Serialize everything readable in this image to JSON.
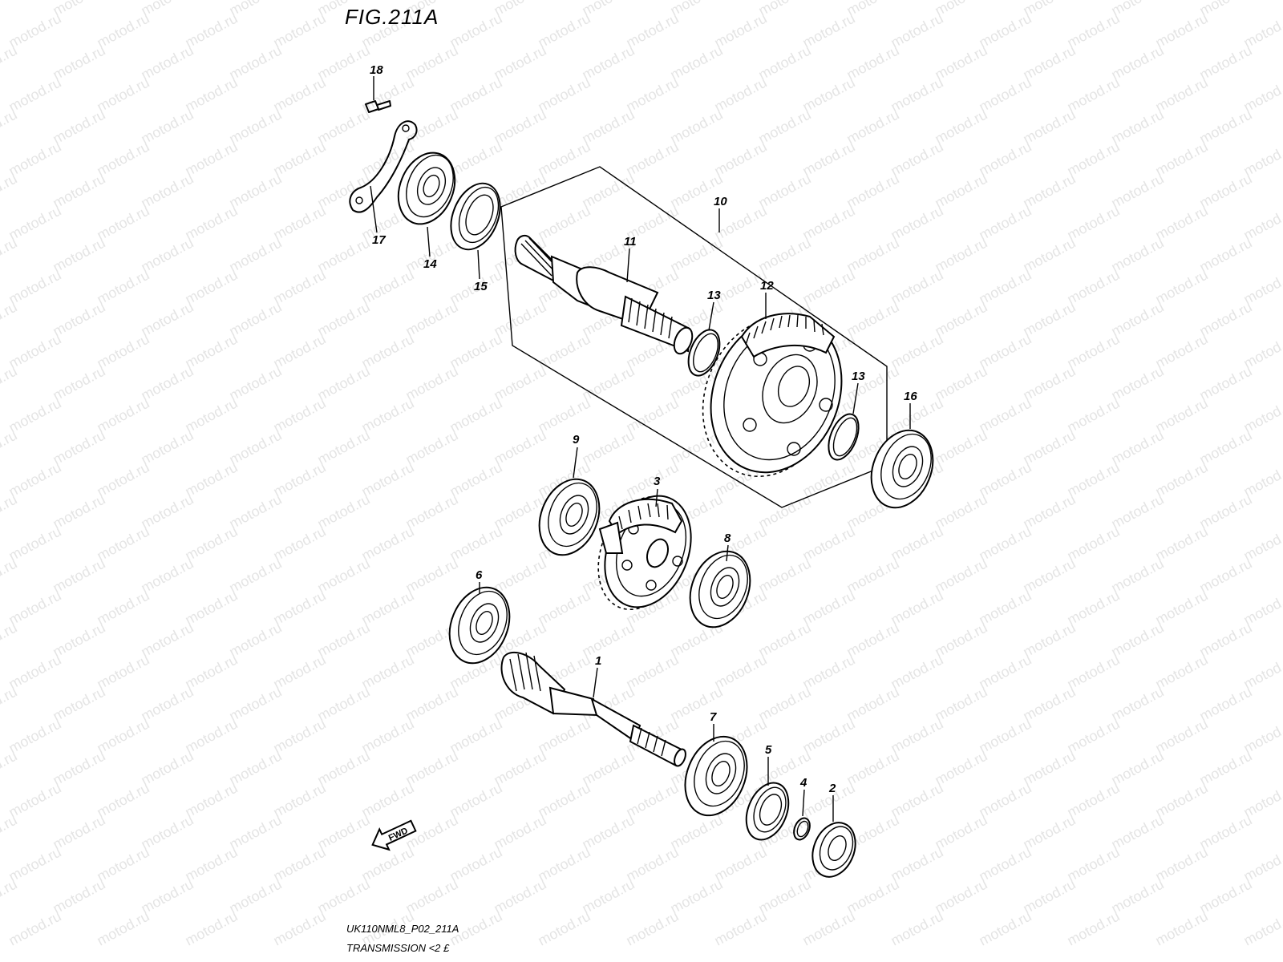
{
  "figure": {
    "title": "FIG.211A",
    "code": "UK110NML8_P02_211A",
    "section": "TRANSMISSION <2 £"
  },
  "watermark": "motod.ru",
  "direction_marker": "FWD",
  "callouts": {
    "c1": "1",
    "c2": "2",
    "c3": "3",
    "c4": "4",
    "c5": "5",
    "c6": "6",
    "c7": "7",
    "c8": "8",
    "c9": "9",
    "c10": "10",
    "c11": "11",
    "c12": "12",
    "c13a": "13",
    "c13b": "13",
    "c14": "14",
    "c15": "15",
    "c16": "16",
    "c17": "17",
    "c18": "18"
  }
}
